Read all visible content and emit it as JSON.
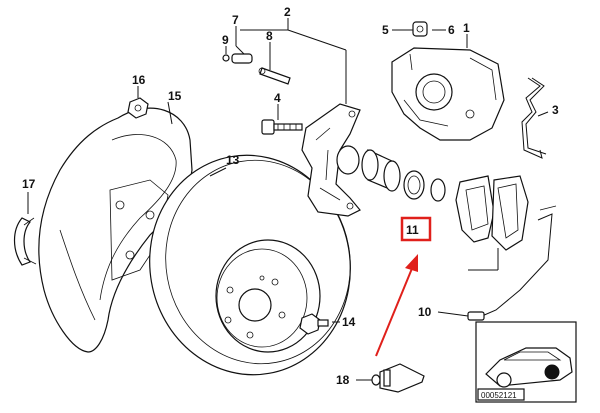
{
  "diagram": {
    "callouts": {
      "c1": "1",
      "c2": "2",
      "c3": "3",
      "c4": "4",
      "c5": "5",
      "c6": "6",
      "c7": "7",
      "c8": "8",
      "c9": "9",
      "c10": "10",
      "c11": "11",
      "c13": "13",
      "c14": "14",
      "c15": "15",
      "c16": "16",
      "c17": "17",
      "c18": "18"
    },
    "highlight_color": "#e0201b",
    "inset_code": "00052121"
  }
}
